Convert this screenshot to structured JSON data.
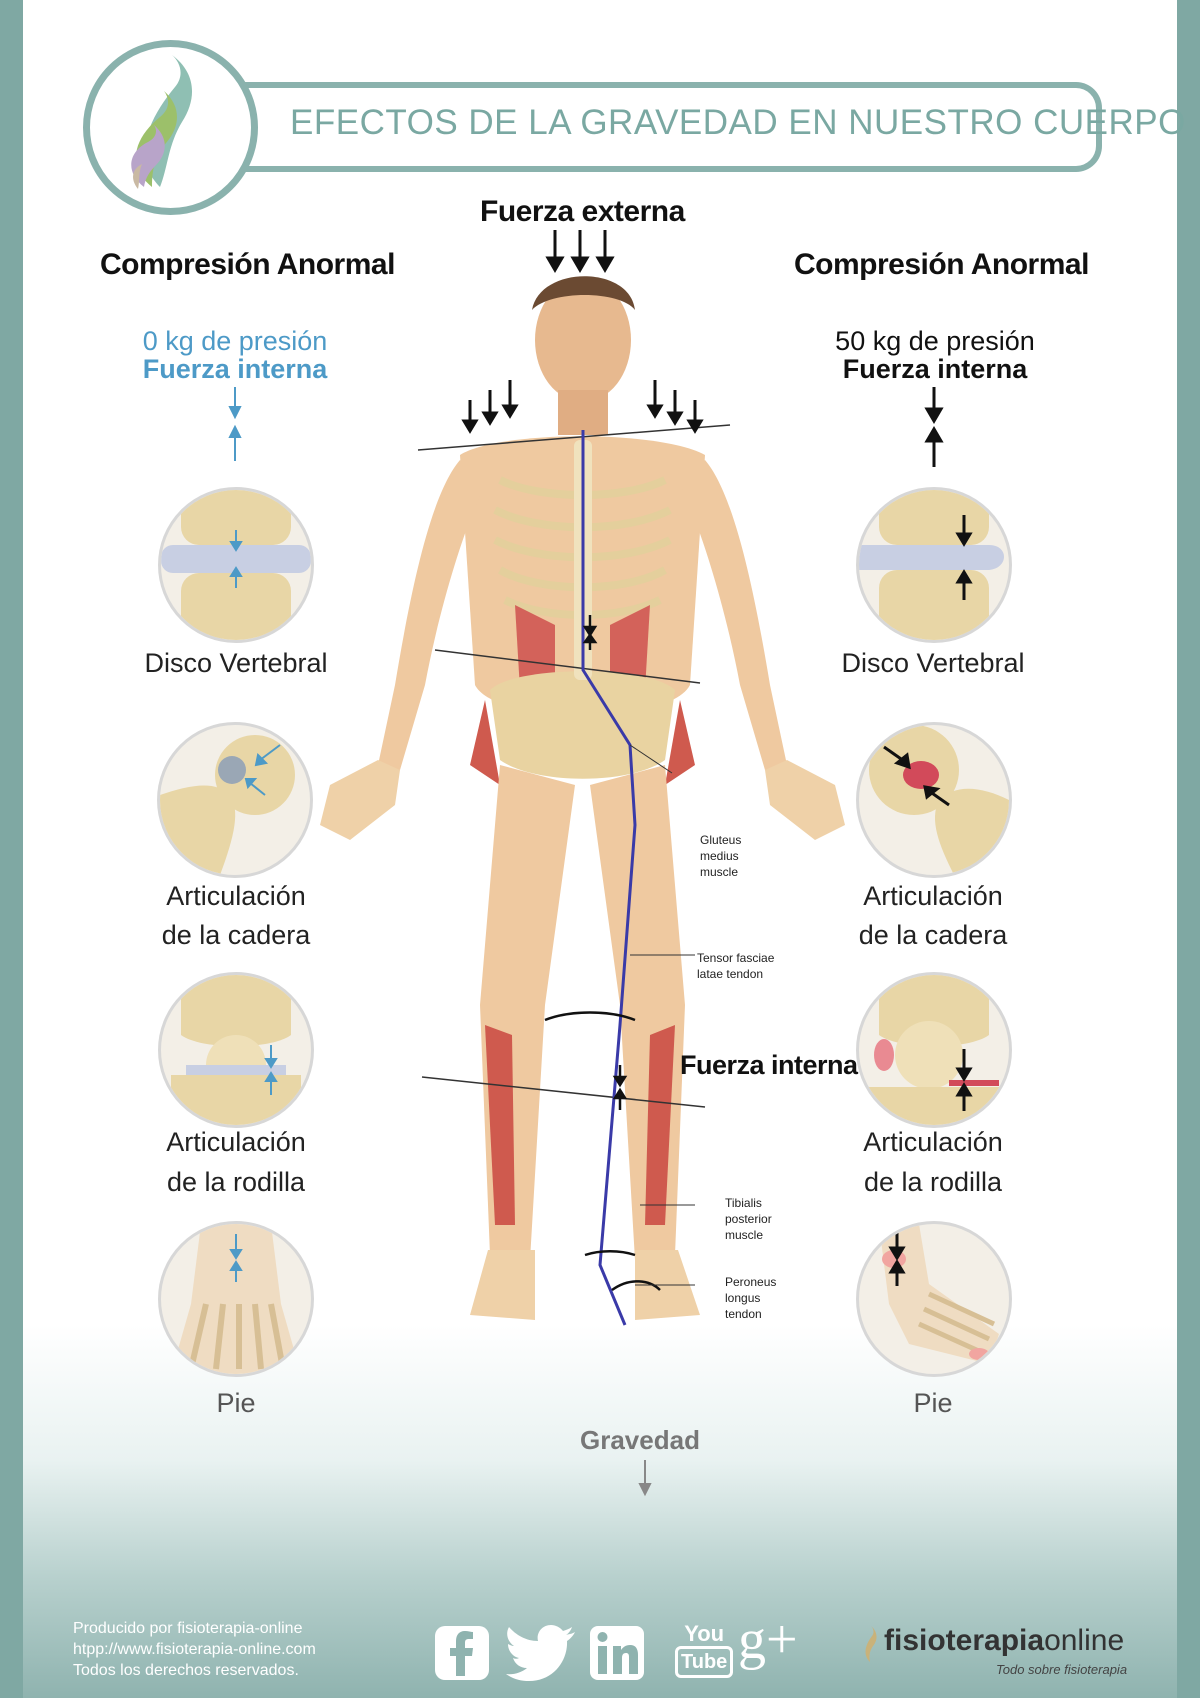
{
  "header": {
    "title": "EFECTOS DE LA GRAVEDAD EN NUESTRO CUERPO"
  },
  "top_force": "Fuerza externa",
  "left": {
    "heading": "Compresión Anormal",
    "pressure": "0 kg de presión",
    "force": "Fuerza interna",
    "items": [
      {
        "label": "Disco Vertebral"
      },
      {
        "label_line1": "Articulación",
        "label_line2": "de la cadera"
      },
      {
        "label_line1": "Articulación",
        "label_line2": "de la rodilla"
      },
      {
        "label": "Pie"
      }
    ]
  },
  "right": {
    "heading": "Compresión Anormal",
    "pressure": "50 kg de presión",
    "force": "Fuerza interna",
    "items": [
      {
        "label": "Disco Vertebral"
      },
      {
        "label_line1": "Articulación",
        "label_line2": "de la cadera"
      },
      {
        "label_line1": "Articulación",
        "label_line2": "de la rodilla"
      },
      {
        "label": "Pie"
      }
    ]
  },
  "body_labels": {
    "gluteus": [
      "Gluteus",
      "medius",
      "muscle"
    ],
    "tensor": [
      "Tensor fasciae",
      "latae tendon"
    ],
    "internal_force": "Fuerza interna",
    "tibialis": [
      "Tibialis",
      "posterior",
      "muscle"
    ],
    "peroneus": [
      "Peroneus",
      "longus",
      "tendon"
    ]
  },
  "gravity": "Gravedad",
  "footer": {
    "line1": "Producido por fisioterapia-online",
    "line2": "htpp://www.fisioterapia-online.com",
    "line3": "Todos los derechos reservados.",
    "brand_bold": "fisioterapia",
    "brand_light": "online",
    "tagline": "Todo sobre fisioterapia",
    "social": [
      "facebook-icon",
      "twitter-icon",
      "linkedin-icon",
      "youtube-icon",
      "googleplus-icon"
    ],
    "youtube_you": "You",
    "youtube_tube": "Tube",
    "gplus": "g+"
  },
  "colors": {
    "accent_teal": "#7aa8a2",
    "blue_text": "#4d9ac7",
    "muscle_red": "#c9473f",
    "bone": "#e9d3a1",
    "gravity_line": "#3a3aa8"
  }
}
